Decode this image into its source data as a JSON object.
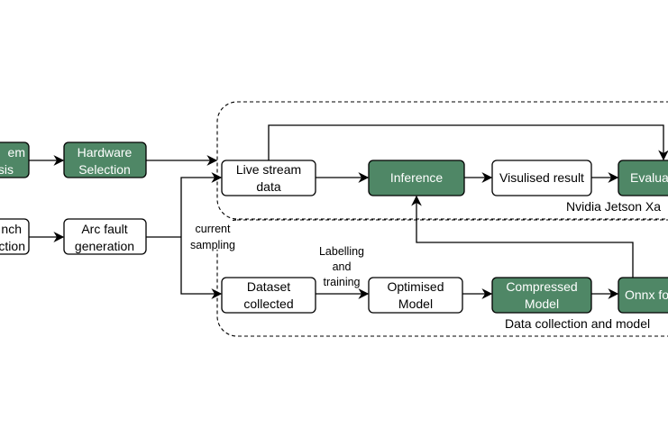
{
  "colors": {
    "accent_green": "#4f8766",
    "plain_box": "#ffffff"
  },
  "nodes": {
    "system_analysis": {
      "line1": "em",
      "line2": "sis"
    },
    "hardware_selection": {
      "line1": "Hardware",
      "line2": "Selection"
    },
    "bench_collection": {
      "line1": "nch",
      "line2": "ction"
    },
    "arc_fault": {
      "line1": "Arc fault",
      "line2": "generation"
    },
    "live_stream": {
      "line1": "Live stream",
      "line2": "data"
    },
    "inference": {
      "label": "Inference"
    },
    "visualised": {
      "label": "Visulised result"
    },
    "evaluation": {
      "label": "Evalua"
    },
    "dataset": {
      "line1": "Dataset",
      "line2": "collected"
    },
    "optimised": {
      "line1": "Optimised",
      "line2": "Model"
    },
    "compressed": {
      "line1": "Compressed",
      "line2": "Model"
    },
    "onnx": {
      "label": "Onnx fo"
    }
  },
  "edge_labels": {
    "current_sampling": {
      "line1": "current",
      "line2": "sampling"
    },
    "labelling": {
      "line1": "Labelling",
      "line2": "and",
      "line3": "training"
    }
  },
  "regions": {
    "jetson": "Nvidia Jetson Xa",
    "data_collection": "Data collection and model"
  }
}
